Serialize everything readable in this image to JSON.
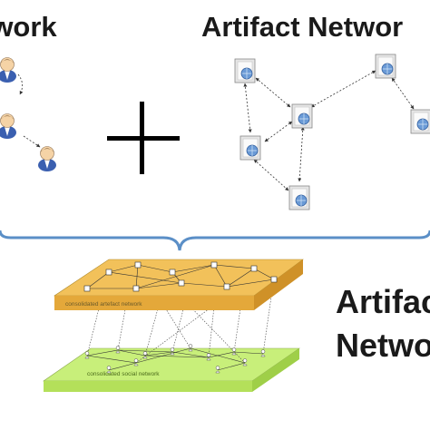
{
  "titles": {
    "left": "twork",
    "right": "Artifact Networ",
    "bottom_line1": "Artifac",
    "bottom_line2": "Netwo"
  },
  "plates": {
    "top_label": "consolidated artefact network",
    "bottom_label": "consolidated social network"
  },
  "colors": {
    "bracket": "#5b8fc7",
    "artifact_plate": "#f2c15a",
    "social_plate": "#c8ef7a",
    "edge": "#222222"
  },
  "icons": {
    "plus": "plus-sign",
    "person": "person-icon",
    "document": "document-globe-icon"
  }
}
